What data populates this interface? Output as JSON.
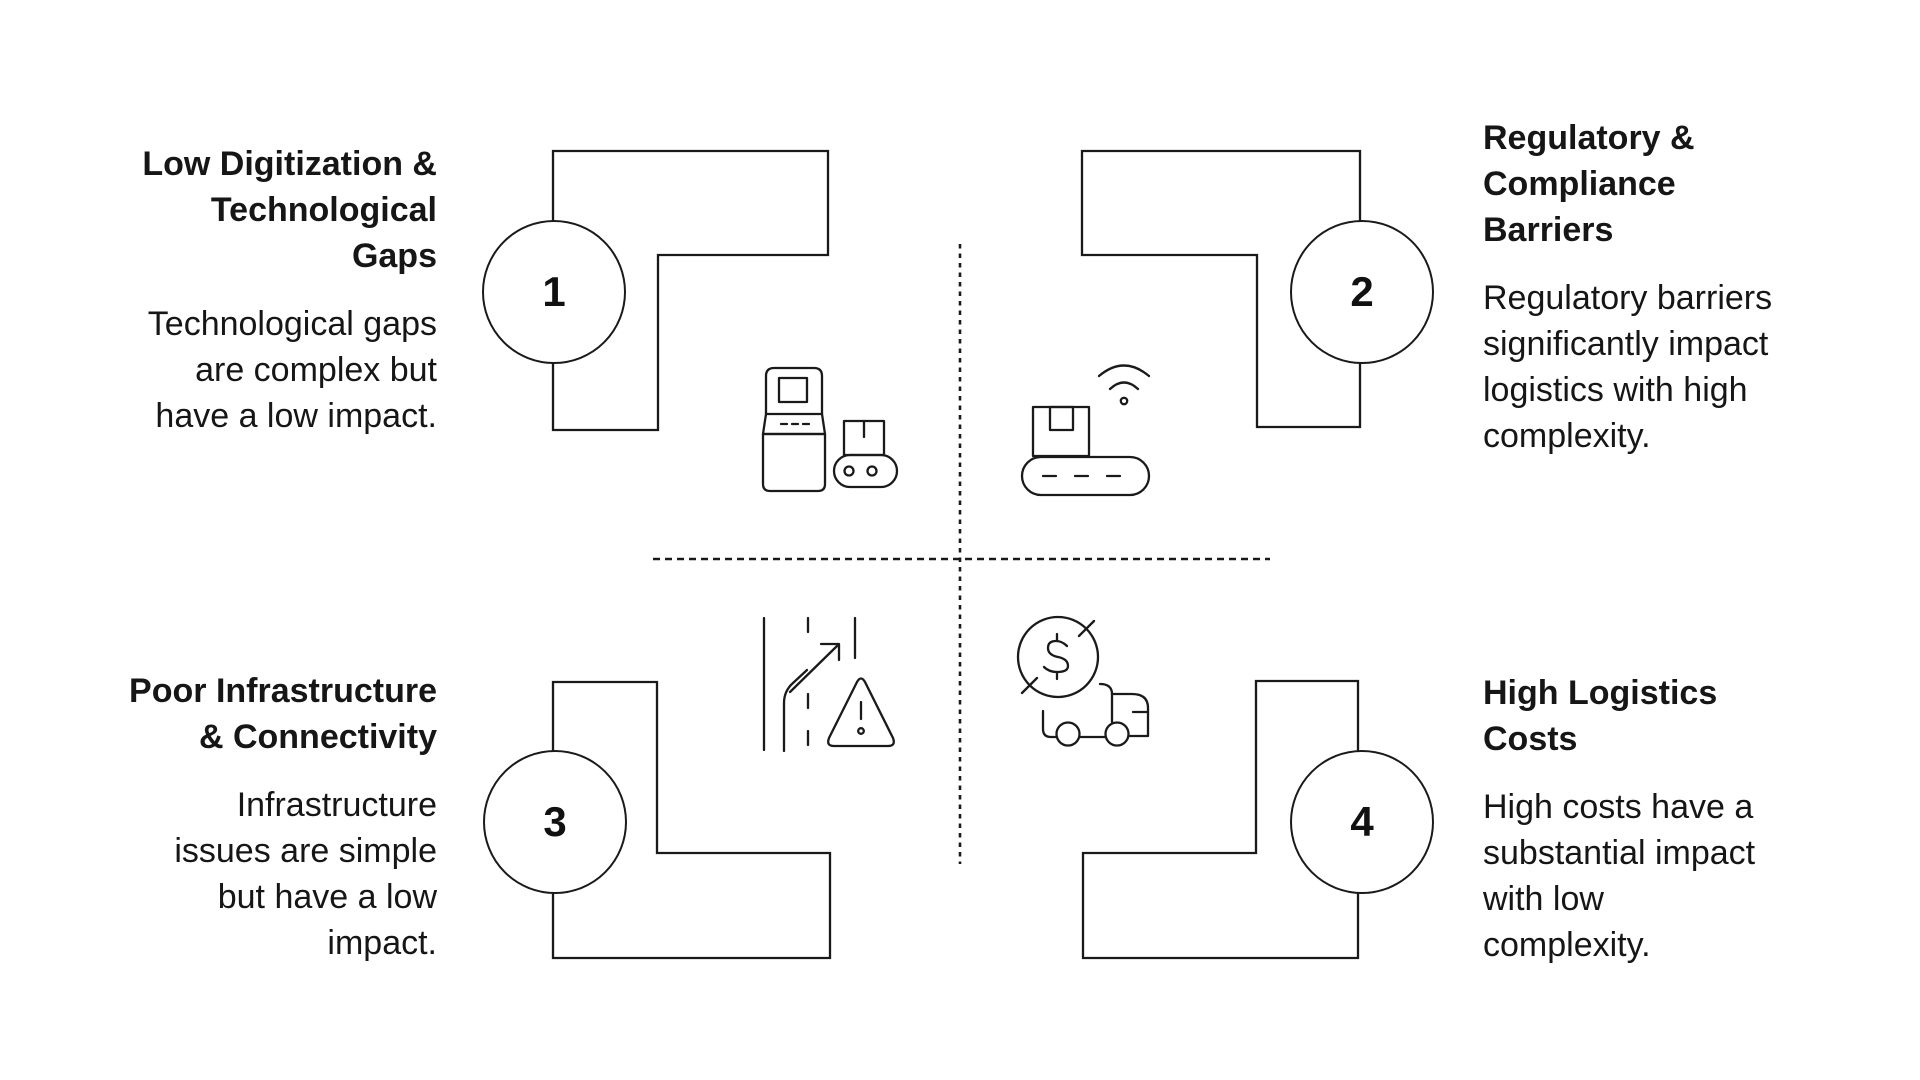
{
  "canvas": {
    "background": "#ffffff",
    "stroke_color": "#1a1a1a",
    "text_color": "#161616"
  },
  "quadrants": [
    {
      "number": "1",
      "title_lines": [
        "Low Digitization &",
        "Technological",
        "Gaps"
      ],
      "desc_lines": [
        "Technological gaps",
        "are complex but",
        "have a low impact."
      ],
      "icon": "kiosk-package-scanner-icon"
    },
    {
      "number": "2",
      "title_lines": [
        "Regulatory &",
        "Compliance",
        "Barriers"
      ],
      "desc_lines": [
        "Regulatory barriers",
        "significantly impact",
        "logistics with high",
        "complexity."
      ],
      "icon": "package-conveyor-wireless-icon"
    },
    {
      "number": "3",
      "title_lines": [
        "Poor Infrastructure",
        "& Connectivity"
      ],
      "desc_lines": [
        "Infrastructure",
        "issues are simple",
        "but have a low",
        "impact."
      ],
      "icon": "road-lane-warning-icon"
    },
    {
      "number": "4",
      "title_lines": [
        "High Logistics",
        "Costs"
      ],
      "desc_lines": [
        "High costs have a",
        "substantial impact",
        "with low",
        "complexity."
      ],
      "icon": "dollar-coin-delivery-truck-icon"
    }
  ]
}
